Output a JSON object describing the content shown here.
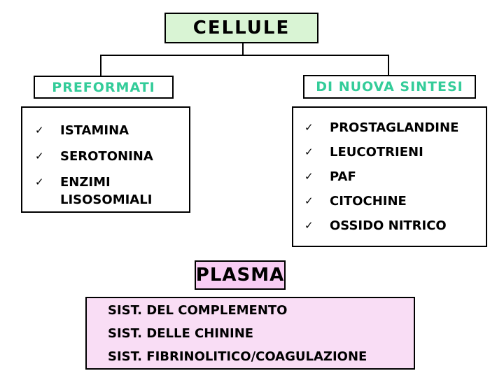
{
  "palette": {
    "root_fill": "#d9f4d4",
    "branch_label_color": "#33cc99",
    "plasma_fill": "#f8cdf4",
    "plasma_list_fill": "#f9ddf5",
    "border_color": "#000000",
    "text_color": "#000000"
  },
  "icons": {
    "bullet": "✓"
  },
  "tree": {
    "root": {
      "label": "CELLULE"
    },
    "branches": [
      {
        "label": "PREFORMATI",
        "items": [
          "ISTAMINA",
          "SEROTONINA",
          "ENZIMI LISOSOMIALI"
        ]
      },
      {
        "label": "DI NUOVA SINTESI",
        "items": [
          "PROSTAGLANDINE",
          "LEUCOTRIENI",
          "PAF",
          "CITOCHINE",
          "OSSIDO NITRICO"
        ]
      }
    ]
  },
  "plasma": {
    "label": "PLASMA",
    "items": [
      "SIST. DEL COMPLEMENTO",
      "SIST. DELLE CHININE",
      "SIST. FIBRINOLITICO/COAGULAZIONE"
    ]
  }
}
